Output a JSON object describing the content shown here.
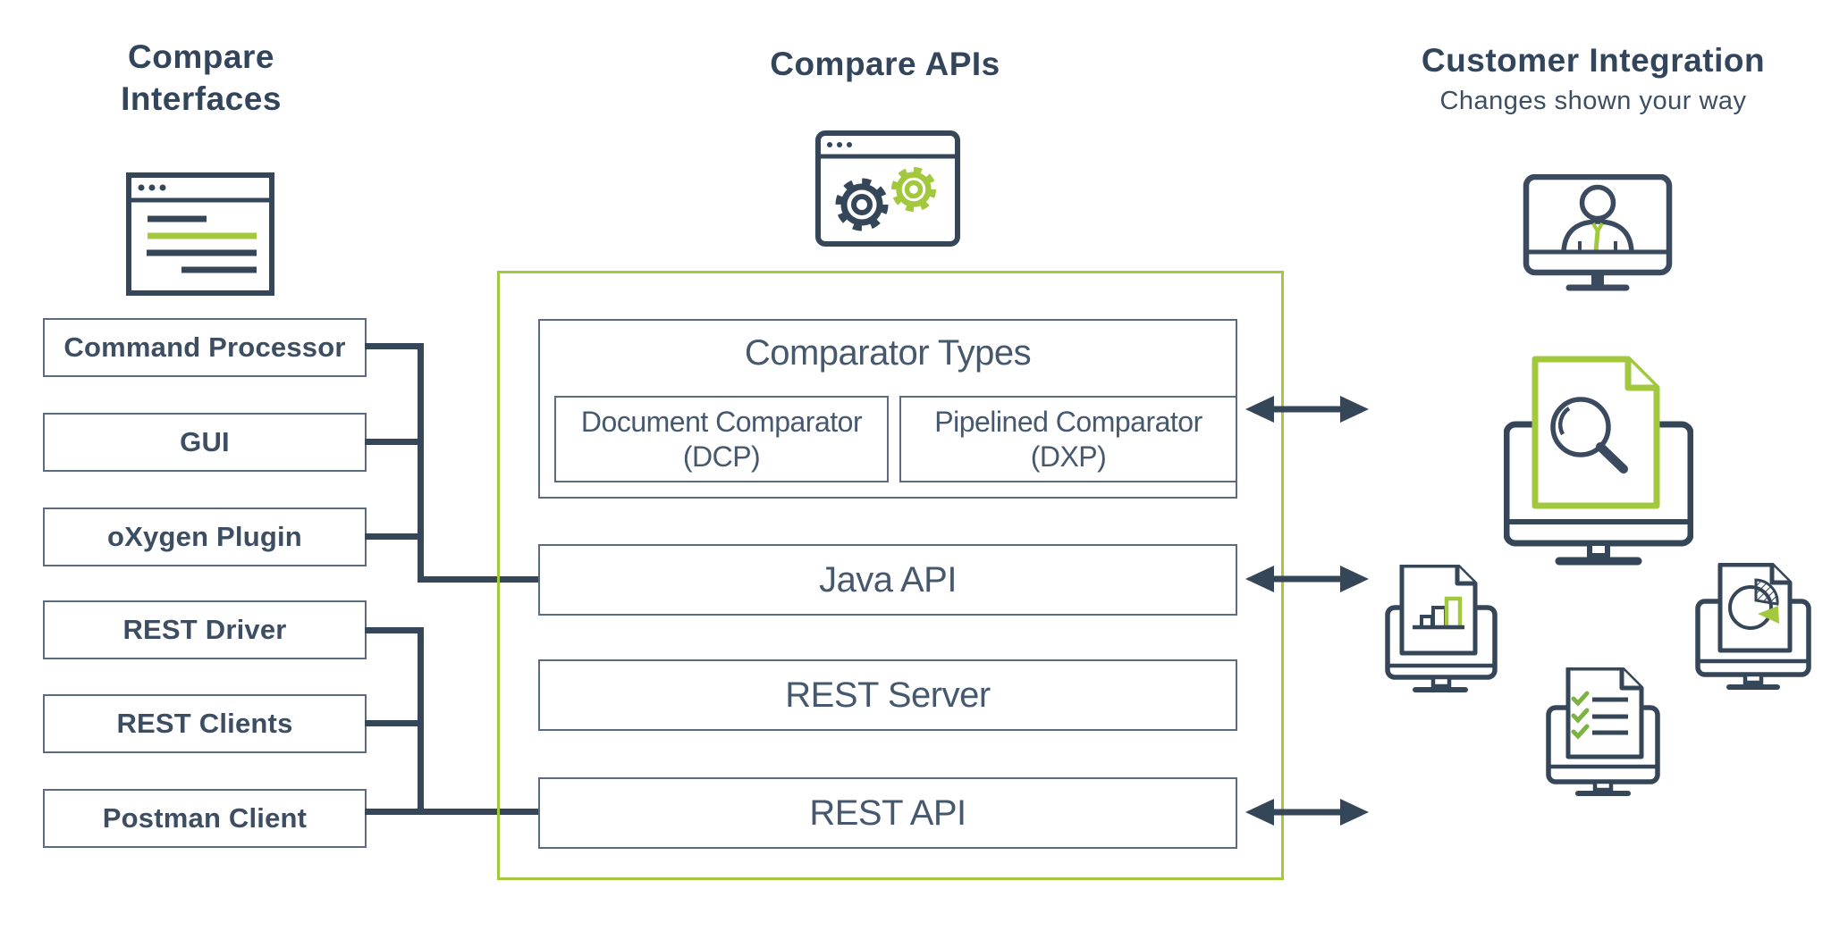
{
  "palette": {
    "slate": "#364659",
    "box_border": "#5d6b80",
    "text_dark": "#3d4e63",
    "text_mid": "#46586e",
    "green": "#a2c83e",
    "background": "#ffffff"
  },
  "interfaces": {
    "title_line1": "Compare",
    "title_line2": "Interfaces",
    "items": [
      "Command Processor",
      "GUI",
      "oXygen Plugin",
      "REST Driver",
      "REST Clients",
      "Postman Client"
    ]
  },
  "apis": {
    "title": "Compare APIs",
    "comparator": {
      "title": "Comparator Types",
      "dcp_name": "Document Comparator",
      "dcp_abbr": "(DCP)",
      "dxp_name": "Pipelined Comparator",
      "dxp_abbr": "(DXP)"
    },
    "java_api": "Java API",
    "rest_server": "REST Server",
    "rest_api": "REST API"
  },
  "customer": {
    "title": "Customer Integration",
    "subtitle": "Changes shown your way"
  }
}
